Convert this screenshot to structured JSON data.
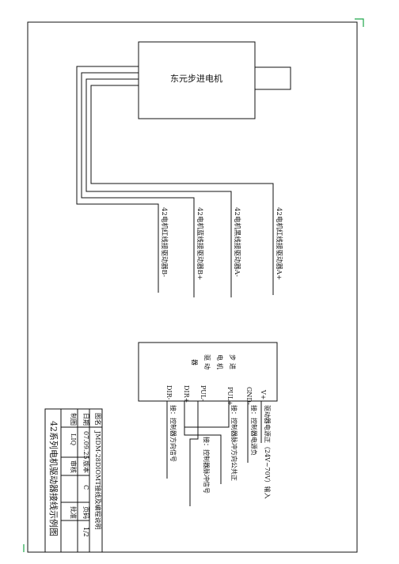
{
  "motor": {
    "label": "东元步进电机"
  },
  "leads": [
    {
      "label": "42电机红线接驱动器A+"
    },
    {
      "label": "42电机黑线接驱动器A-"
    },
    {
      "label": "42电机蓝线接驱动器B+"
    },
    {
      "label": "42电机红线接驱动器B-"
    }
  ],
  "driver": {
    "title_chars": [
      "步",
      "进",
      "电",
      "机",
      "驱",
      "动",
      "器"
    ],
    "terminals": [
      "V+",
      "GND-",
      "PUL+",
      "PUL-",
      "DIR+",
      "DIR-"
    ],
    "notes": [
      "驱动器电源正（24V~70V）输入",
      "接：控制器电源负",
      "接：控制器脉冲方向公共正",
      "接：控制器脉冲信号",
      "接：控制器方向信号"
    ]
  },
  "title_block": {
    "main_title": "42系列电机驱动器接线示例图",
    "row1": {
      "label": "图名",
      "value": "JMDM-28DIOMT接线及编程说明"
    },
    "row2": {
      "label1": "日期",
      "value1": "07.09.25",
      "label2": "版本",
      "value2": "C",
      "label3": "页码",
      "value3": "1/2"
    },
    "row3": {
      "label1": "制图",
      "value1": "LIQ",
      "label2": "审核",
      "value2": "",
      "label3": "批准",
      "value3": ""
    }
  },
  "colors": {
    "line": "#111111",
    "corner_mark": "#1fa64a"
  }
}
